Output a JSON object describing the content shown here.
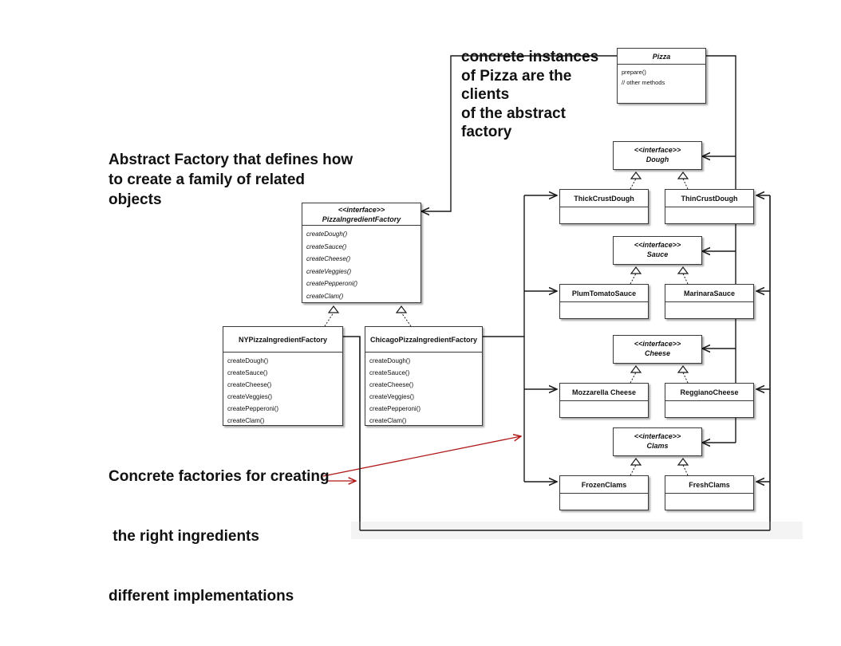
{
  "annotations": {
    "clients_note": [
      "concrete instances",
      "of Pizza are the",
      "clients",
      "of the abstract",
      "factory"
    ],
    "abstract_factory_note": [
      "Abstract Factory that defines how",
      "to create a family of related",
      "objects"
    ],
    "concrete_factories_note": [
      "Concrete factories for creating",
      " the right ingredients",
      "different implementations"
    ]
  },
  "pizza": {
    "name": "Pizza",
    "methods": [
      "prepare()",
      "// other methods"
    ]
  },
  "ingredient_factory": {
    "stereotype": "<<interface>>",
    "name": "PizzaIngredientFactory",
    "methods": [
      "createDough()",
      "createSauce()",
      "createCheese()",
      "createVeggies()",
      "createPepperoni()",
      "createClam()"
    ]
  },
  "ny_factory": {
    "name": "NYPizzaIngredientFactory",
    "methods": [
      "createDough()",
      "createSauce()",
      "createCheese()",
      "createVeggies()",
      "createPepperoni()",
      "createClam()"
    ]
  },
  "chicago_factory": {
    "name": "ChicagoPizzaIngredientFactory",
    "methods": [
      "createDough()",
      "createSauce()",
      "createCheese()",
      "createVeggies()",
      "createPepperoni()",
      "createClam()"
    ]
  },
  "interfaces": {
    "dough": {
      "stereotype": "<<interface>>",
      "name": "Dough"
    },
    "sauce": {
      "stereotype": "<<interface>>",
      "name": "Sauce"
    },
    "cheese": {
      "stereotype": "<<interface>>",
      "name": "Cheese"
    },
    "clams": {
      "stereotype": "<<interface>>",
      "name": "Clams"
    }
  },
  "products": {
    "thick_crust_dough": "ThickCrustDough",
    "thin_crust_dough": "ThinCrustDough",
    "plum_tomato_sauce": "PlumTomatoSauce",
    "marinara_sauce": "MarinaraSauce",
    "mozzarella_cheese": "Mozzarella Cheese",
    "reggiano_cheese": "ReggianoCheese",
    "frozen_clams": "FrozenClams",
    "fresh_clams": "FreshClams"
  },
  "colors": {
    "line": "#1a1a1a",
    "highlight_arrow": "#b01818"
  }
}
